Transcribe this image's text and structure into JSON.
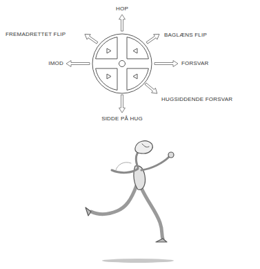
{
  "diagram": {
    "labels": [
      "HOP",
      "FREMADRETTET FLIP",
      "BAGLÆNS FLIP",
      "IMOD",
      "FORSVAR",
      "HUGSIDDENDE FORSVAR",
      "SIDDE PÅ HUG"
    ]
  }
}
